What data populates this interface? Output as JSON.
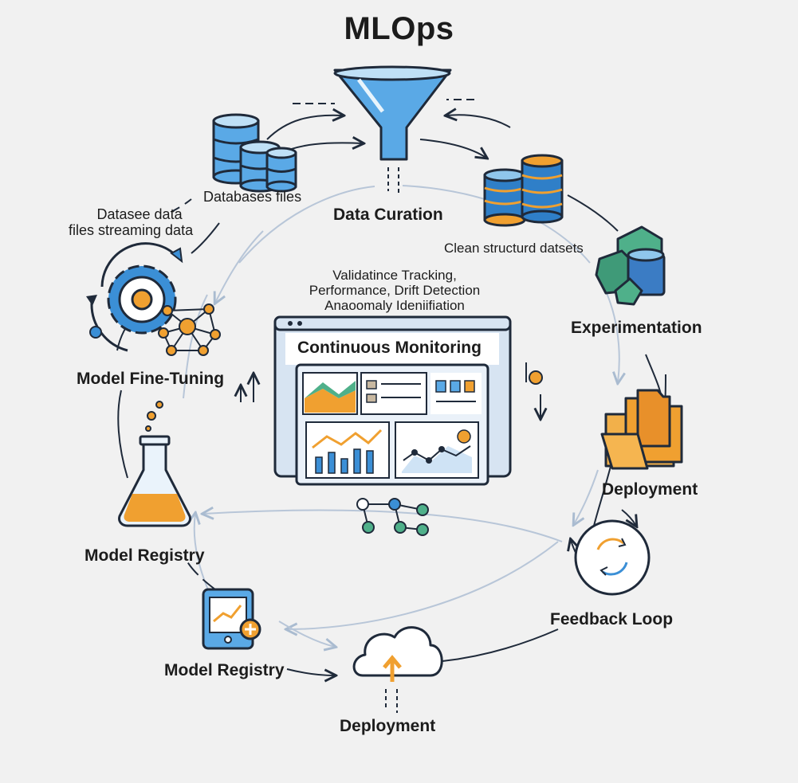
{
  "title": "MLOps",
  "nodes": {
    "data_curation": "Data Curation",
    "databases_files": "Databases files",
    "dataset_line1": "Datasee data",
    "dataset_line2": "files streaming data",
    "clean_datasets": "Clean structurd datsets",
    "experimentation": "Experimentation",
    "deployment_right": "Deployment",
    "feedback_loop": "Feedback Loop",
    "deployment_bottom": "Deployment",
    "model_registry_bottom": "Model Registry",
    "model_registry_left": "Model Registry",
    "model_fine_tuning": "Model Fine-Tuning"
  },
  "center": {
    "note_line1": "Validatince Tracking,",
    "note_line2": "Performance, Drift Detection",
    "note_line3": "Anaoomaly Ideniifiation",
    "monitor_title": "Continuous Monitoring"
  },
  "colors": {
    "blue": "#3b8fd6",
    "light_blue": "#8fc6ec",
    "orange": "#f0a030",
    "green": "#4fb08a",
    "outline": "#1f2a3a",
    "arrow_faint": "#b8c6d8"
  },
  "icons": [
    "funnel-icon",
    "database-icon",
    "gear-network-icon",
    "flask-icon",
    "tablet-chart-icon",
    "cloud-upload-icon",
    "refresh-cycle-icon",
    "folders-icon",
    "cubes-icon",
    "monitor-dashboard-icon",
    "network-icon"
  ]
}
